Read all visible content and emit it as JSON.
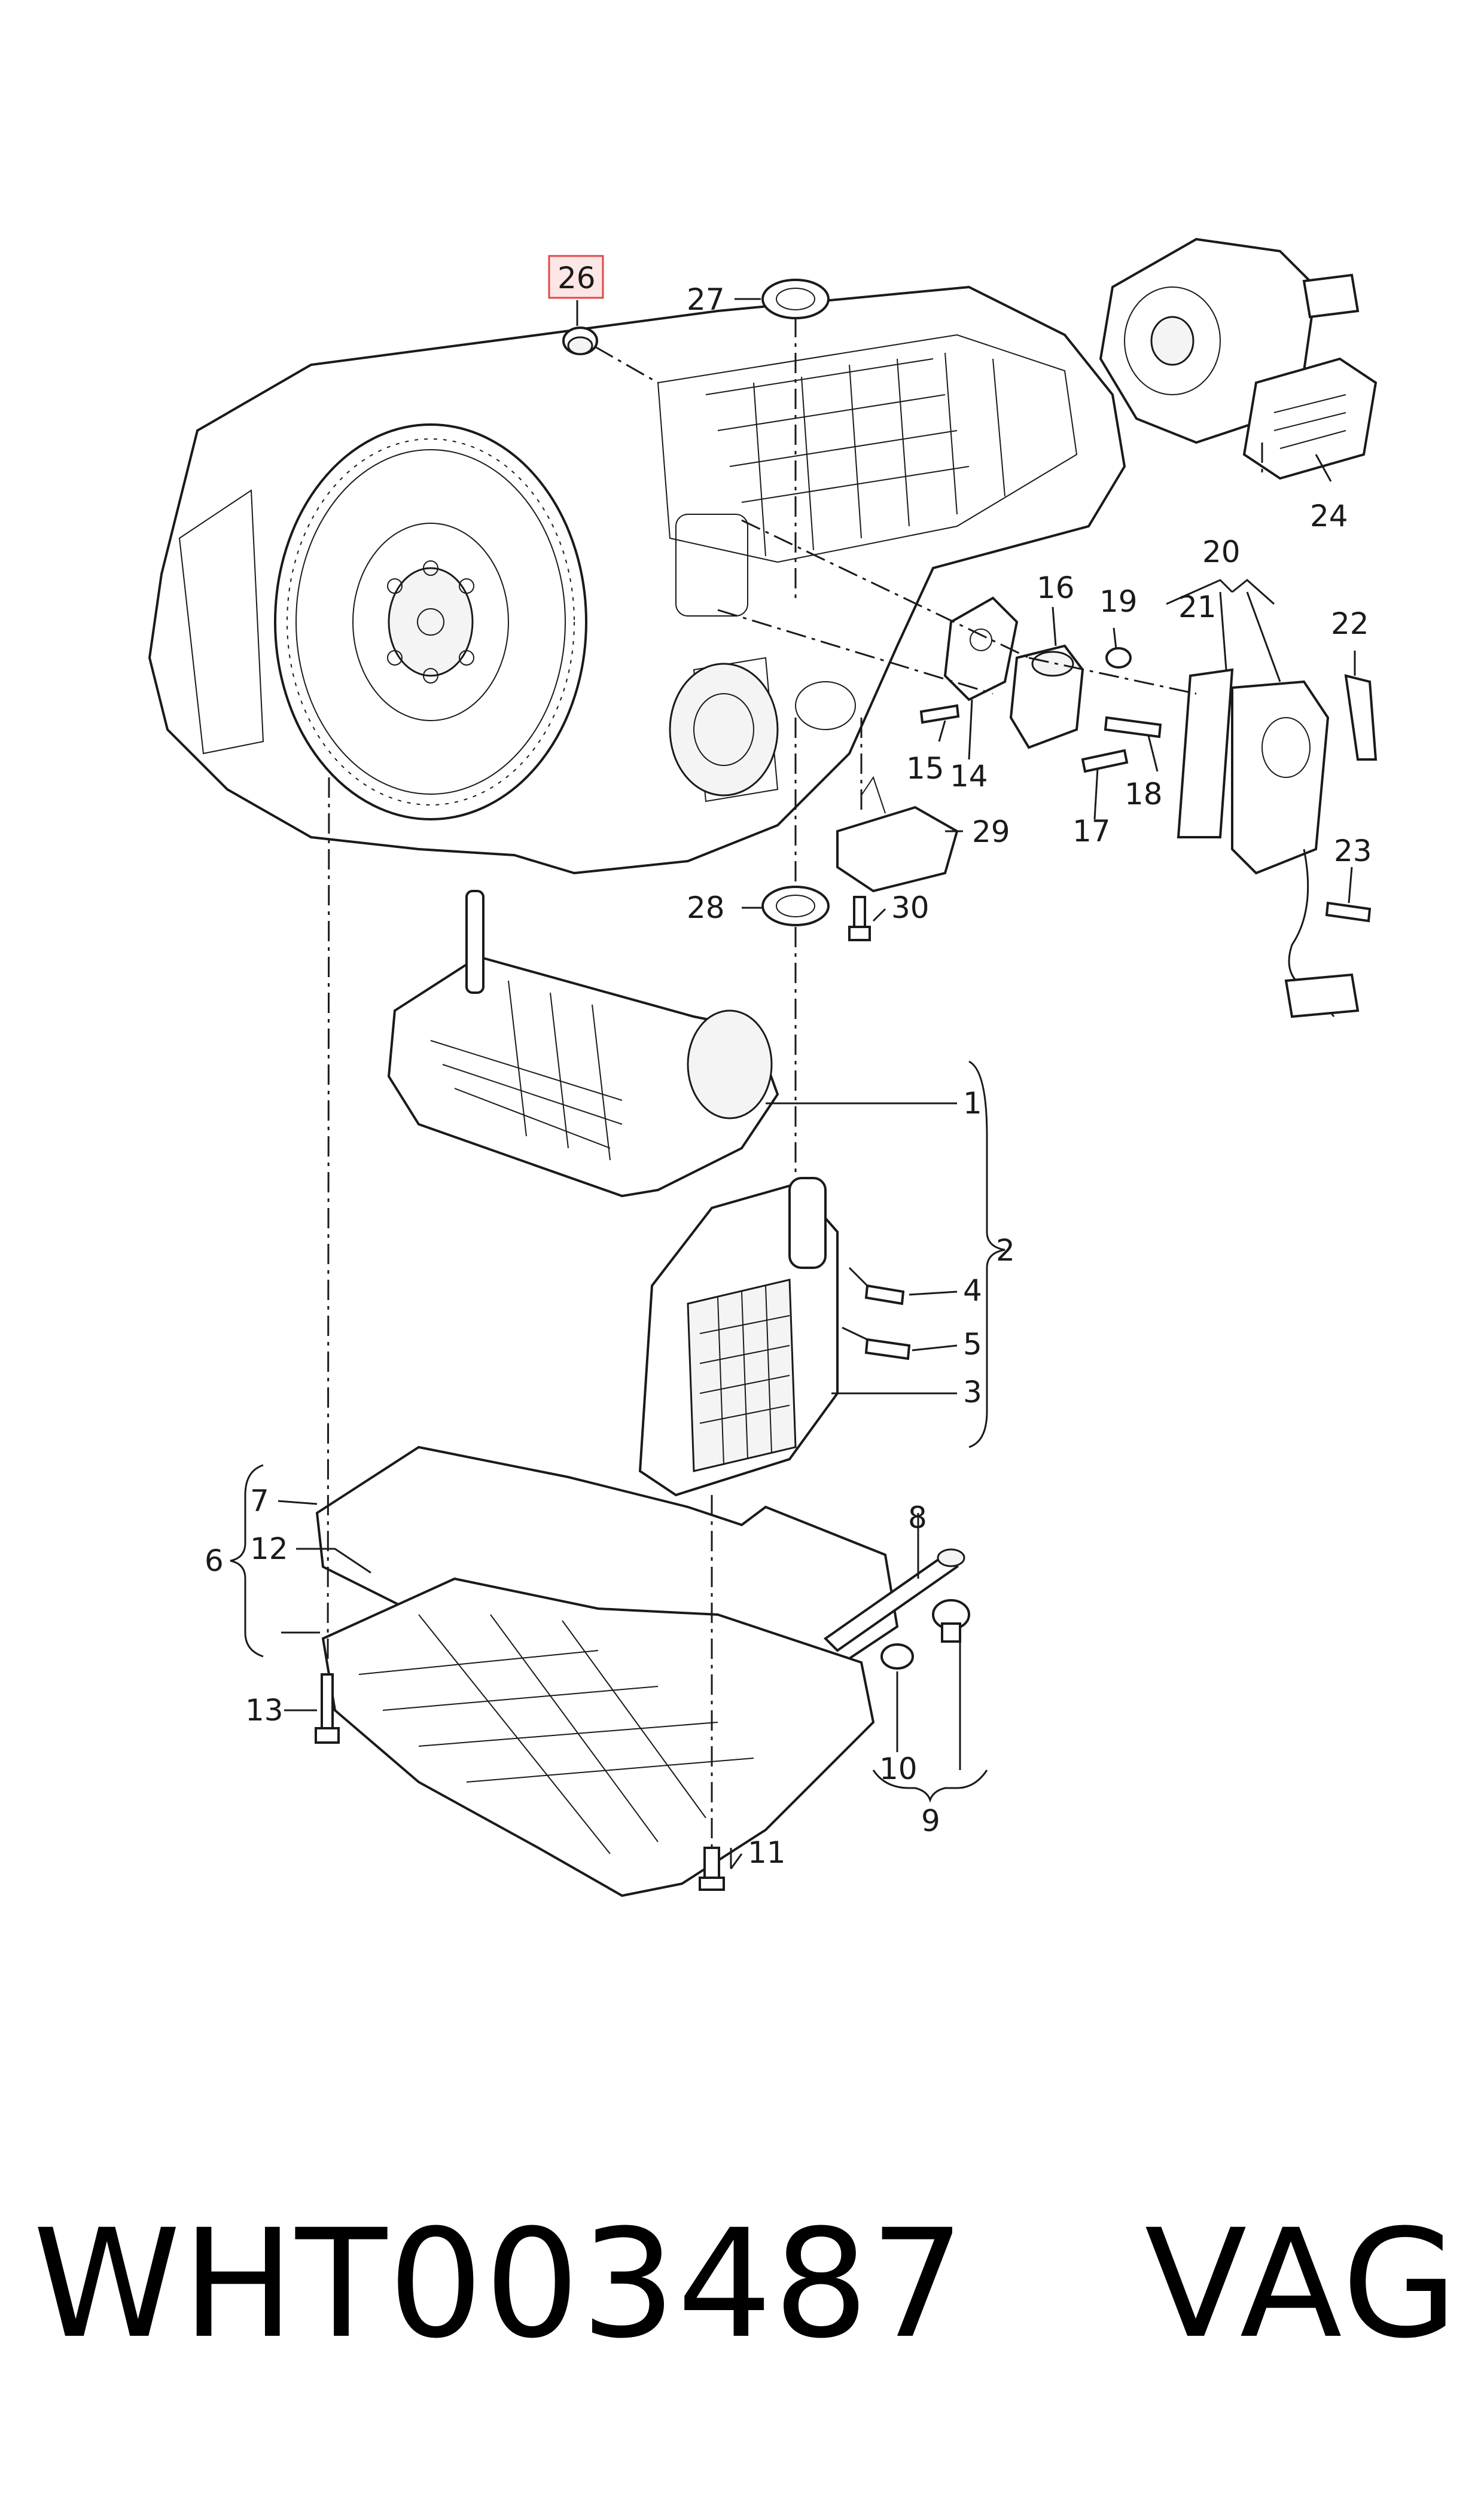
{
  "callouts": {
    "c1": "1",
    "c2": "2",
    "c3": "3",
    "c4": "4",
    "c5": "5",
    "c6": "6",
    "c7": "7",
    "c8": "8",
    "c9": "9",
    "c10": "10",
    "c11": "11",
    "c12": "12",
    "c13": "13",
    "c14": "14",
    "c15": "15",
    "c16": "16",
    "c17": "17",
    "c18": "18",
    "c19": "19",
    "c20": "20",
    "c21": "21",
    "c22": "22",
    "c23": "23",
    "c24": "24",
    "c26": "26",
    "c27": "27",
    "c28": "28",
    "c29": "29",
    "c30": "30"
  },
  "highlight": {
    "callout": "26",
    "color": "#e04848"
  },
  "footer": {
    "part_number": "WHT003487",
    "brand": "VAG"
  }
}
